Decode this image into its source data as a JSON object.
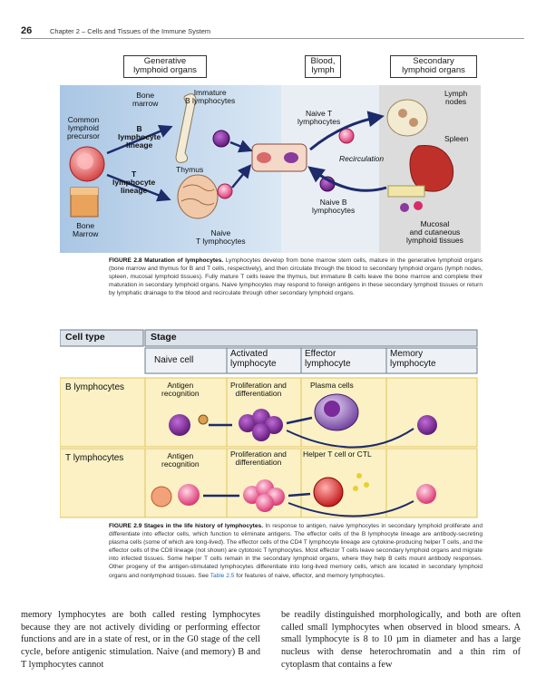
{
  "header": {
    "page_number": "26",
    "chapter_title": "Chapter 2 – Cells and Tissues of the Immune System"
  },
  "figure1": {
    "box_generative": "Generative\nlymphoid organs",
    "box_blood": "Blood,\nlymph",
    "box_secondary": "Secondary\nlymphoid organs",
    "labels": {
      "bone_marrow": "Bone\nmarrow",
      "immature_b": "Immature\nB lymphocytes",
      "common_precursor": "Common\nlymphoid\nprecursor",
      "b_lineage": "B\nlymphocyte\nlineage",
      "t_lineage": "T\nlymphocyte\nlineage",
      "thymus": "Thymus",
      "bone_marrow_bottom": "Bone\nMarrow",
      "naive_t_bottom": "Naive\nT lymphocytes",
      "naive_t_top": "Naive T\nlymphocytes",
      "recirculation": "Recirculation",
      "naive_b": "Naive B\nlymphocytes",
      "lymph_nodes": "Lymph\nnodes",
      "spleen": "Spleen",
      "mucosal": "Mucosal\nand cutaneous\nlymphoid tissues"
    },
    "caption_title": "FIGURE 2.8 Maturation of lymphocytes.",
    "caption_text": " Lymphocytes develop from bone marrow stem cells, mature in the generative lymphoid organs (bone marrow and thymus for B and T cells, respectively), and then circulate through the blood to secondary lymphoid organs (lymph nodes, spleen, mucosal lymphoid tissues). Fully mature T cells leave the thymus, but immature B cells leave the bone marrow and complete their maturation in secondary lymphoid organs. Naive lymphocytes may respond to foreign antigens in these secondary lymphoid tissues or return by lymphatic drainage to the blood and recirculate through other secondary lymphoid organs."
  },
  "figure2": {
    "header_cell_type": "Cell type",
    "header_stage": "Stage",
    "stages": [
      "Naive cell",
      "Activated\nlymphocyte",
      "Effector\nlymphocyte",
      "Memory\nlymphocyte"
    ],
    "rows": [
      {
        "name": "B lymphocytes",
        "labels": [
          "Antigen\nrecognition",
          "Proliferation and\ndifferentiation",
          "Plasma cells"
        ]
      },
      {
        "name": "T lymphocytes",
        "labels": [
          "Antigen\nrecognition",
          "Proliferation and\ndifferentiation",
          "Helper T cell or CTL"
        ]
      }
    ],
    "caption_title": "FIGURE 2.9 Stages in the life history of lymphocytes.",
    "caption_text": " In response to antigen, naive lymphocytes in secondary lymphoid proliferate and differentiate into effector cells, which function to eliminate antigens. The effector cells of the B lymphocyte lineage are antibody-secreting plasma cells (some of which are long-lived). The effector cells of the CD4 T lymphocyte lineage are cytokine-producing helper T cells, and the effector cells of the CD8 lineage (not shown) are cytotoxic T lymphocytes. Most effector T cells leave secondary lymphoid organs and migrate into infected tissues. Some helper T cells remain in the secondary lymphoid organs, where they help B cells mount antibody responses. Other progeny of the antigen-stimulated lymphocytes differentiate into long-lived memory cells, which are located in secondary lymphoid organs and nonlymphoid tissues. See ",
    "caption_link": "Table 2.5",
    "caption_tail": " for features of naive, effector, and memory lymphocytes."
  },
  "body": {
    "left": "memory lymphocytes are both called resting lymphocytes because they are not actively dividing or performing effector functions and are in a state of rest, or in the G0 stage of the cell cycle, before antigenic stimulation. Naive (and memory) B and T lymphocytes cannot",
    "right": "be readily distinguished morphologically, and both are often called small lymphocytes when observed in blood smears. A small lymphocyte is 8 to 10 µm in diameter and has a large nucleus with dense heterochromatin and a thin rim of cytoplasm that contains a few"
  },
  "colors": {
    "panel_blue": "#c5d9ec",
    "panel_gray": "#dcdcdc",
    "row_yellow": "#fbf1c4",
    "row_border": "#e2c35a",
    "link": "#2a6fb0"
  }
}
